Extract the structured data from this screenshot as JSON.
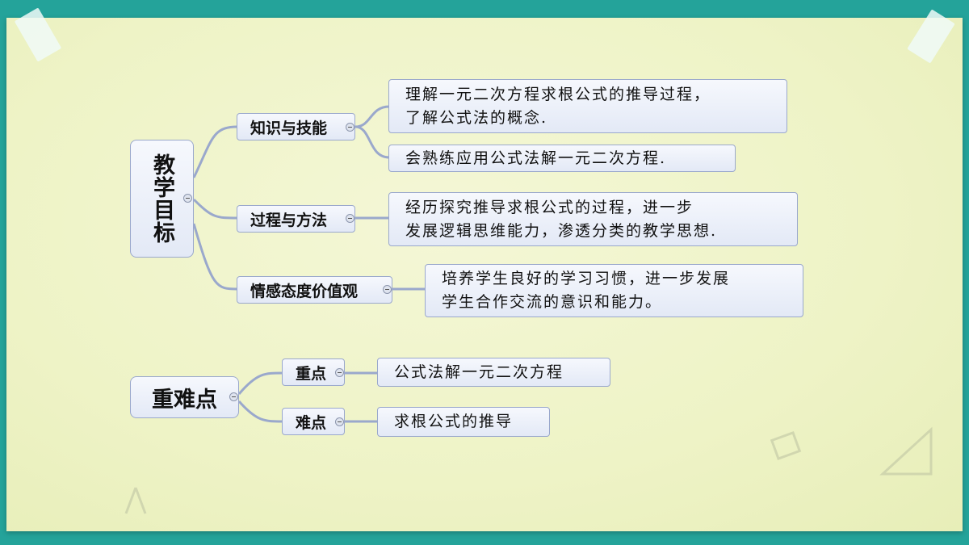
{
  "mindmap_1": {
    "root": "教学目标",
    "branches": [
      {
        "label": "知识与技能",
        "leaves": [
          "理解一元二次方程求根公式的推导过程，\n了解公式法的概念.",
          "会熟练应用公式法解一元二次方程."
        ]
      },
      {
        "label": "过程与方法",
        "leaves": [
          "经历探究推导求根公式的过程，进一步\n发展逻辑思维能力，渗透分类的教学思想."
        ]
      },
      {
        "label": "情感态度价值观",
        "leaves": [
          "培养学生良好的学习习惯，进一步发展\n学生合作交流的意识和能力。"
        ]
      }
    ]
  },
  "mindmap_2": {
    "root": "重难点",
    "branches": [
      {
        "label": "重点",
        "leaves": [
          "公式法解一元二次方程"
        ]
      },
      {
        "label": "难点",
        "leaves": [
          "求根公式的推导"
        ]
      }
    ]
  },
  "colors": {
    "background": "#24a39a",
    "paper": "#eef3c6",
    "link": "#9aa8cc",
    "node_border": "#9aa8cc"
  }
}
